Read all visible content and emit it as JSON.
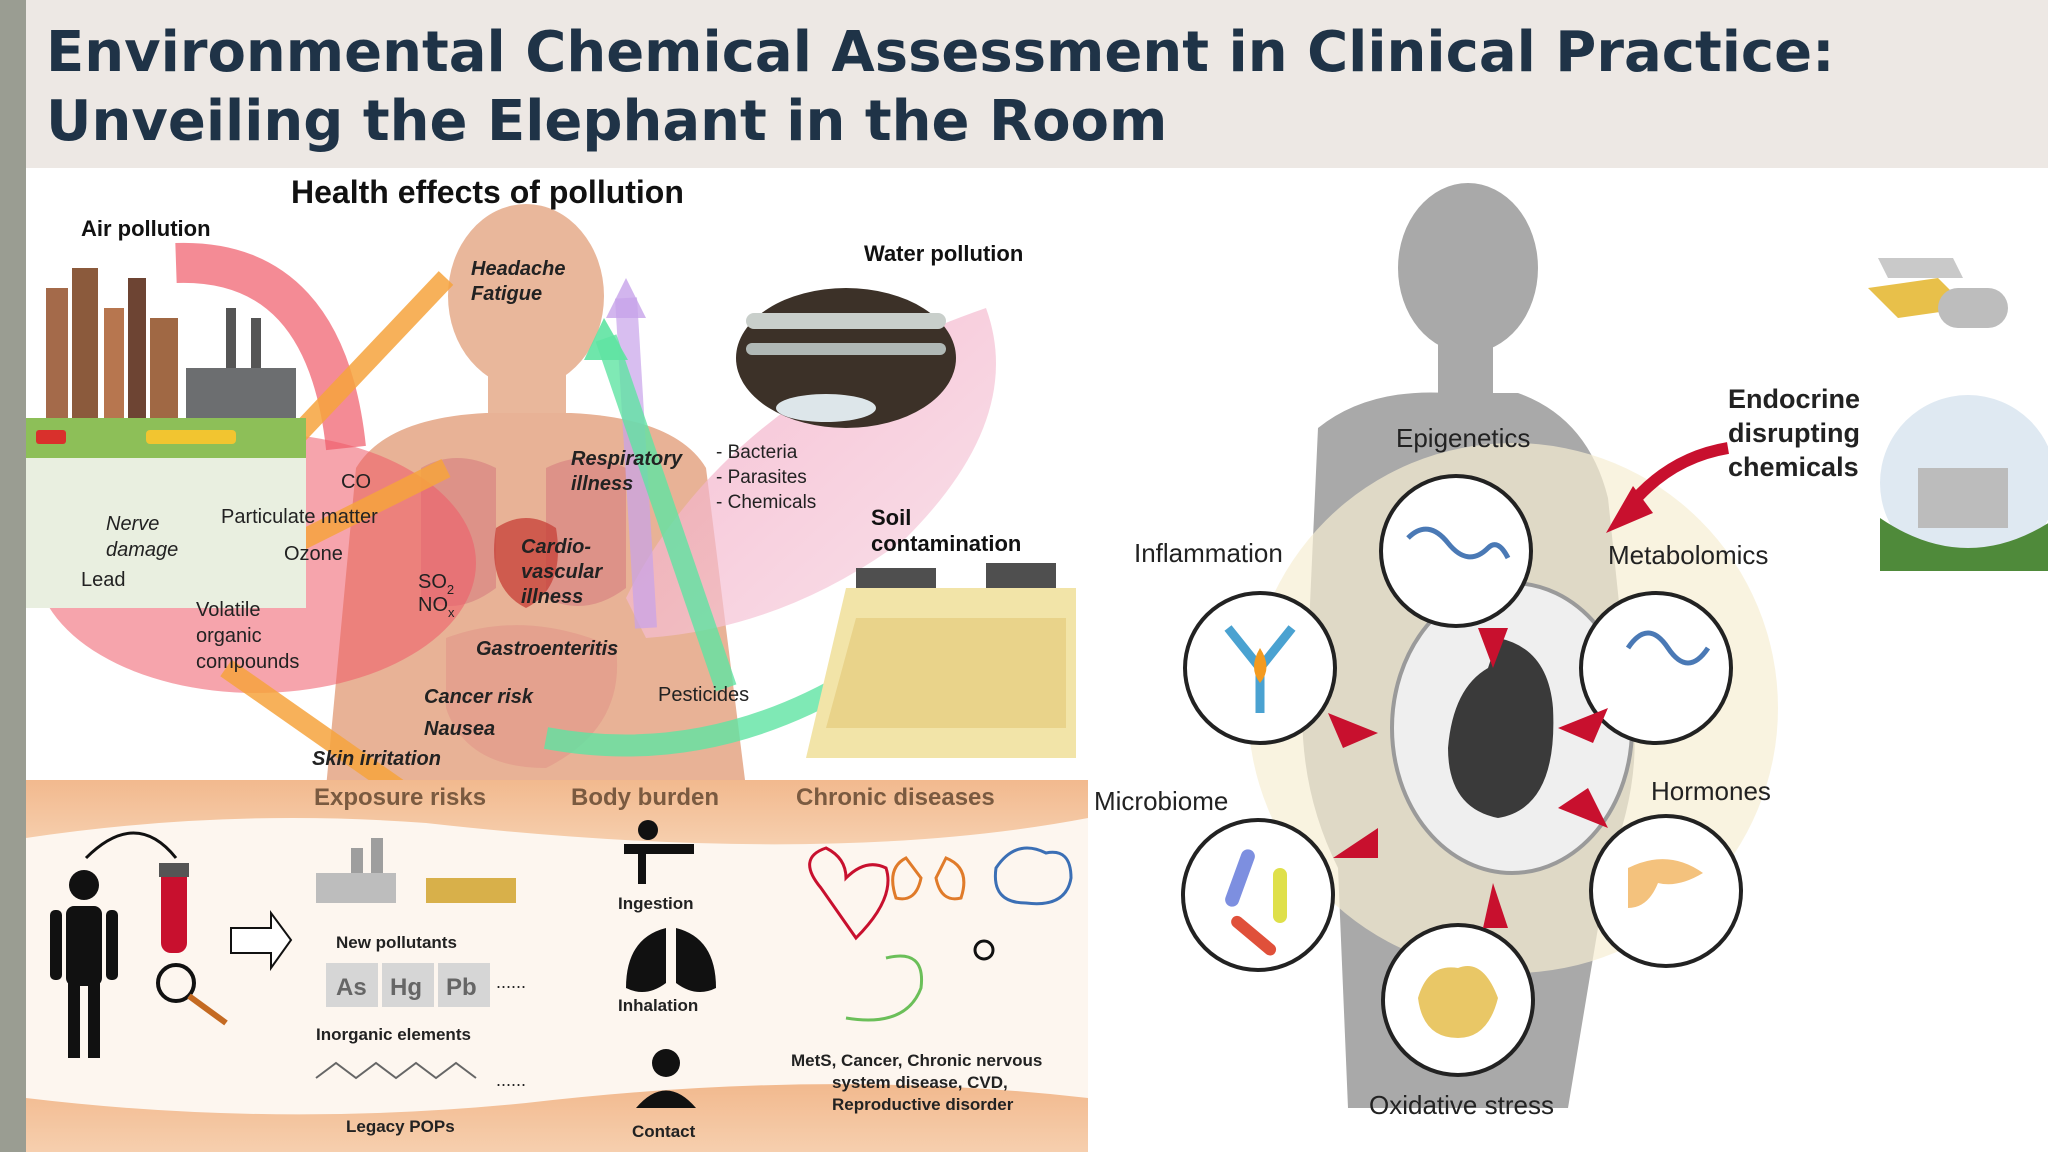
{
  "slide": {
    "title_line1": "Environmental Chemical Assessment in Clinical Practice:",
    "title_line2": "Unveiling the Elephant in the Room"
  },
  "left_figure": {
    "heading": "Health effects of pollution",
    "air": {
      "label": "Air pollution",
      "pollutants": [
        "CO",
        "Particulate matter",
        "Ozone",
        "Lead",
        "Volatile",
        "organic",
        "compounds",
        "Nerve",
        "damage"
      ],
      "so2": "SO",
      "so2_sub": "2",
      "nox": "NO",
      "nox_sub": "x"
    },
    "water": {
      "label": "Water pollution",
      "contaminants": [
        "- Bacteria",
        "- Parasites",
        "- Chemicals"
      ]
    },
    "soil": {
      "label_line1": "Soil",
      "label_line2": "contamination",
      "pesticides": "Pesticides"
    },
    "effects": {
      "headache": "Headache",
      "fatigue": "Fatigue",
      "respiratory1": "Respiratory",
      "respiratory2": "illness",
      "cardio1": "Cardio-",
      "cardio2": "vascular",
      "cardio3": "illness",
      "gastro": "Gastroenteritis",
      "cancer": "Cancer risk",
      "nausea": "Nausea",
      "skin": "Skin irritation"
    },
    "bottom": {
      "exposure": "Exposure risks",
      "burden": "Body burden",
      "chronic": "Chronic diseases",
      "new_pollutants": "New pollutants",
      "elements": [
        "As",
        "Hg",
        "Pb"
      ],
      "ellipsis": "......",
      "inorganic": "Inorganic elements",
      "legacy": "Legacy POPs",
      "ingestion": "Ingestion",
      "inhalation": "Inhalation",
      "contact": "Contact",
      "diseases_line1": "MetS, Cancer, Chronic nervous",
      "diseases_line2": "system disease, CVD,",
      "diseases_line3": "Reproductive disorder"
    }
  },
  "right_figure": {
    "edc_line1": "Endocrine",
    "edc_line2": "disrupting",
    "edc_line3": "chemicals",
    "nodes": [
      "Epigenetics",
      "Inflammation",
      "Metabolomics",
      "Microbiome",
      "Hormones",
      "Oxidative stress"
    ]
  }
}
